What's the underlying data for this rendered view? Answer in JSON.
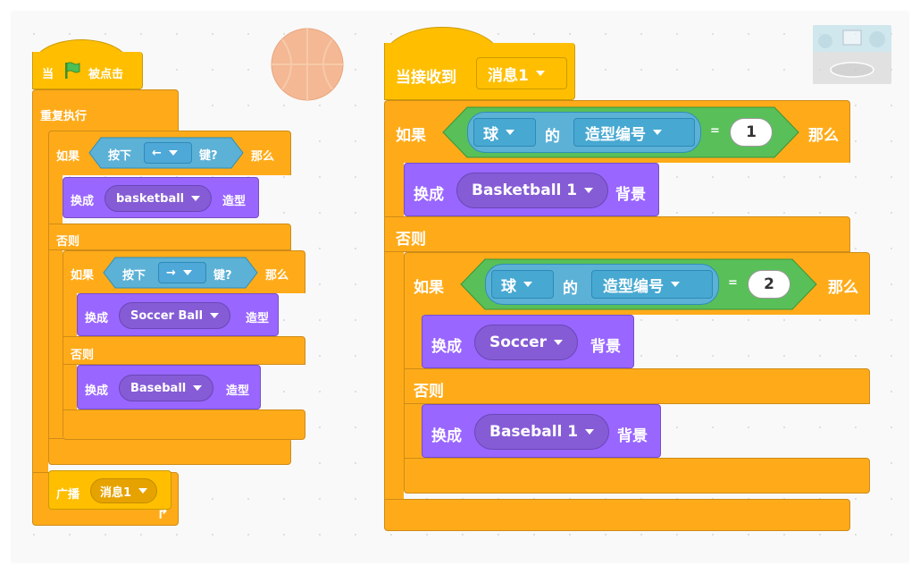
{
  "script_left": {
    "hat": {
      "when": "当",
      "clicked": "被点击"
    },
    "forever": "重复执行",
    "if1": {
      "if": "如果",
      "pressed": "按下",
      "key": "←",
      "key_suffix": "键?",
      "then": "那么"
    },
    "switch1": {
      "verb": "换成",
      "value": "basketball",
      "suffix": "造型"
    },
    "else1": "否则",
    "if2": {
      "if": "如果",
      "pressed": "按下",
      "key": "→",
      "key_suffix": "键?",
      "then": "那么"
    },
    "switch2": {
      "verb": "换成",
      "value": "Soccer Ball",
      "suffix": "造型"
    },
    "else2": "否则",
    "switch3": {
      "verb": "换成",
      "value": "Baseball",
      "suffix": "造型"
    },
    "broadcast": {
      "verb": "广播",
      "value": "消息1"
    }
  },
  "script_right": {
    "hat": {
      "when": "当接收到",
      "value": "消息1"
    },
    "if1": {
      "if": "如果",
      "object": "球",
      "of": "的",
      "attr": "造型编号",
      "eq": "=",
      "num": "1",
      "then": "那么"
    },
    "switch1": {
      "verb": "换成",
      "value": "Basketball 1",
      "suffix": "背景"
    },
    "else1": "否则",
    "if2": {
      "if": "如果",
      "object": "球",
      "of": "的",
      "attr": "造型编号",
      "eq": "=",
      "num": "2",
      "then": "那么"
    },
    "switch2": {
      "verb": "换成",
      "value": "Soccer",
      "suffix": "背景"
    },
    "else2": "否则",
    "switch3": {
      "verb": "换成",
      "value": "Baseball 1",
      "suffix": "背景"
    }
  },
  "colors": {
    "event": "#ffbf00",
    "control": "#ffab19",
    "looks": "#9966ff",
    "sensing": "#5cb1d6",
    "operator": "#59c059"
  }
}
